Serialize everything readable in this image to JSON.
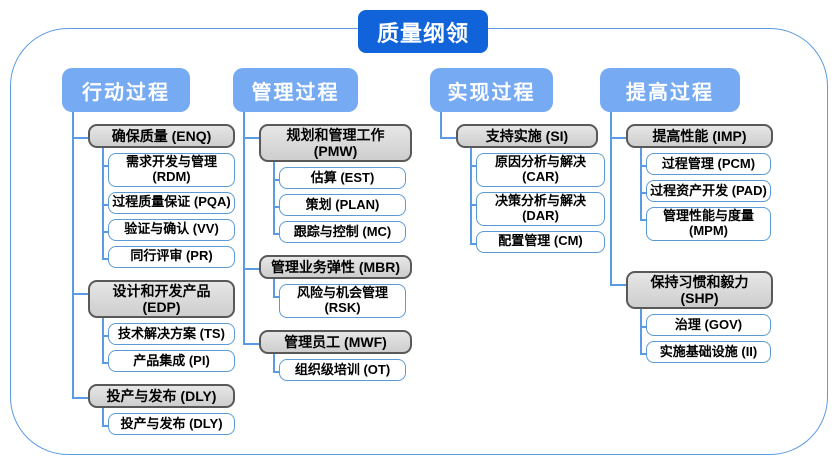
{
  "title": "质量纲领",
  "colors": {
    "title_bg": "#1163da",
    "column_header_bg": "#76aaf2",
    "connector_line": "#5b9be3",
    "group_node_fill": "#d9d9d9",
    "group_node_border": "#595959",
    "leaf_node_border": "#5b9bd5"
  },
  "columns": [
    {
      "header": "行动过程",
      "groups": [
        {
          "label": "确保质量 (ENQ)",
          "items": [
            "需求开发与管理 (RDM)",
            "过程质量保证 (PQA)",
            "验证与确认 (VV)",
            "同行评审 (PR)"
          ]
        },
        {
          "label": "设计和开发产品 (EDP)",
          "items": [
            "技术解决方案 (TS)",
            "产品集成 (PI)"
          ]
        },
        {
          "label": "投产与发布 (DLY)",
          "items": [
            "投产与发布 (DLY)"
          ]
        }
      ]
    },
    {
      "header": "管理过程",
      "groups": [
        {
          "label": "规划和管理工作 (PMW)",
          "items": [
            "估算 (EST)",
            "策划 (PLAN)",
            "跟踪与控制 (MC)"
          ]
        },
        {
          "label": "管理业务弹性 (MBR)",
          "items": [
            "风险与机会管理 (RSK)"
          ]
        },
        {
          "label": "管理员工 (MWF)",
          "items": [
            "组织级培训 (OT)"
          ]
        }
      ]
    },
    {
      "header": "实现过程",
      "groups": [
        {
          "label": "支持实施 (SI)",
          "items": [
            "原因分析与解决 (CAR)",
            "决策分析与解决 (DAR)",
            "配置管理 (CM)"
          ]
        }
      ]
    },
    {
      "header": "提高过程",
      "groups": [
        {
          "label": "提高性能 (IMP)",
          "items": [
            "过程管理 (PCM)",
            "过程资产开发 (PAD)",
            "管理性能与度量 (MPM)"
          ]
        },
        {
          "label": "保持习惯和毅力 (SHP)",
          "items": [
            "治理 (GOV)",
            "实施基础设施 (II)"
          ]
        }
      ]
    }
  ]
}
